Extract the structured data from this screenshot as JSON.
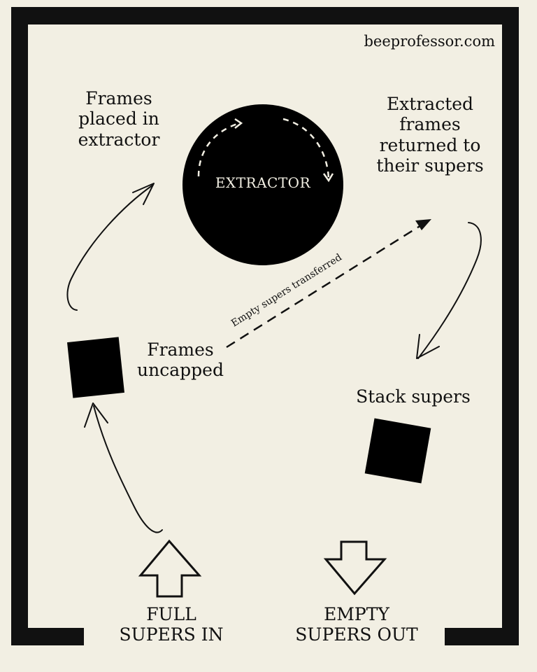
{
  "watermark": "beeprofessor.com",
  "extractor": {
    "label": "EXTRACTOR"
  },
  "labels": {
    "frames_placed": "Frames\nplaced in\nextractor",
    "extracted_frames": "Extracted\nframes\nreturned to\ntheir supers",
    "frames_uncapped": "Frames\nuncapped",
    "stack_supers": "Stack supers",
    "empty_supers_transferred": "Empty supers transferred",
    "full_supers_in": "FULL\nSUPERS IN",
    "empty_supers_out": "EMPTY\nSUPERS OUT"
  },
  "colors": {
    "background": "#f2efe3",
    "ink": "#111111",
    "extractor_fill": "#000000",
    "extractor_text": "#f2efe3"
  }
}
